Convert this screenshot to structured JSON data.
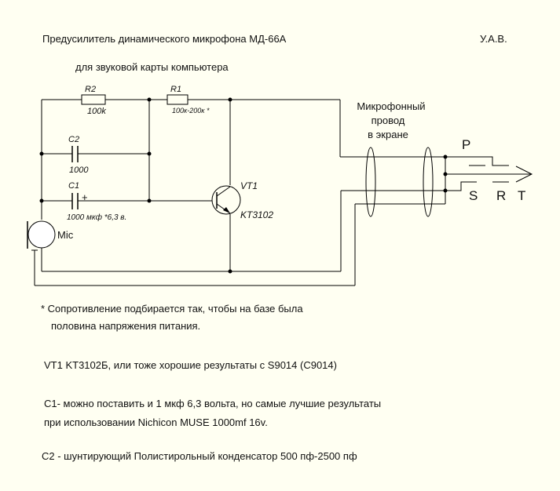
{
  "header": {
    "title": "Предусилитель динамического микрофона МД-66А",
    "author": "У.А.В.",
    "subtitle": "для звуковой карты компьютера"
  },
  "schematic": {
    "r2": {
      "ref": "R2",
      "value": "100k"
    },
    "r1": {
      "ref": "R1",
      "value": "100к-200к *"
    },
    "c2": {
      "ref": "C2",
      "value": "1000"
    },
    "c1": {
      "ref": "C1",
      "value": "1000 мкф *6,3 в.",
      "polarity": "+"
    },
    "vt1": {
      "ref": "VT1",
      "value": "KT3102"
    },
    "mic": {
      "label": "Mic"
    },
    "cable": {
      "line1": "Микрофонный",
      "line2": "провод",
      "line3": "в экране"
    },
    "plug": {
      "p": "P",
      "s": "S",
      "r": "R",
      "t": "T"
    }
  },
  "notes": [
    "* Сопротивление подбирается так, чтобы на базе была",
    "половина напряжения питания.",
    "VT1  KT3102Б, или тоже хорошие результаты с S9014 (C9014)",
    "C1- можно поставить и 1 мкф 6,3 вольта, но самые лучшие результаты",
    "при использовании Nichicon MUSE 1000mf 16v.",
    "C2 - шунтирующий Полистирольный конденсатор 500 пф-2500 пф"
  ]
}
